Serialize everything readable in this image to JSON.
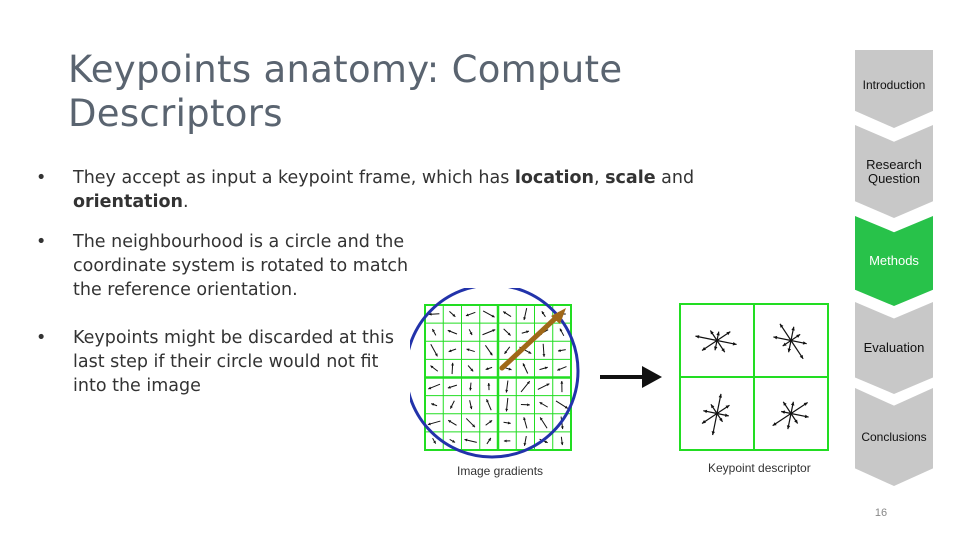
{
  "slide": {
    "title_line1": "Keypoints anatomy: Compute",
    "title_line2": "Descriptors",
    "bullet_char": "•",
    "bullets": [
      {
        "before": "They accept as input a keypoint frame, which has ",
        "w1": "location",
        "sep1": ", ",
        "w2": "scale",
        "sep2": " and ",
        "w3": "orientation",
        "after": "."
      },
      {
        "text": "The neighbourhood is a circle and the coordinate system is rotated to match the reference orientation."
      },
      {
        "text": "Keypoints might be discarded at this last step if their circle would not fit into the image"
      }
    ],
    "page_number": "16"
  },
  "navigation": {
    "items": [
      {
        "label": "Introduction",
        "active": false
      },
      {
        "label": "Research Question",
        "active": false
      },
      {
        "label": "Methods",
        "active": true
      },
      {
        "label": "Evaluation",
        "active": false
      },
      {
        "label": "Conclusions",
        "active": false
      }
    ]
  },
  "figure": {
    "left_caption": "Image gradients",
    "right_caption": "Keypoint descriptor",
    "colors": {
      "grid": "#22dd22",
      "circle": "#2233aa",
      "orientation_arrow": "#a06818",
      "arrows": "#111111"
    }
  }
}
